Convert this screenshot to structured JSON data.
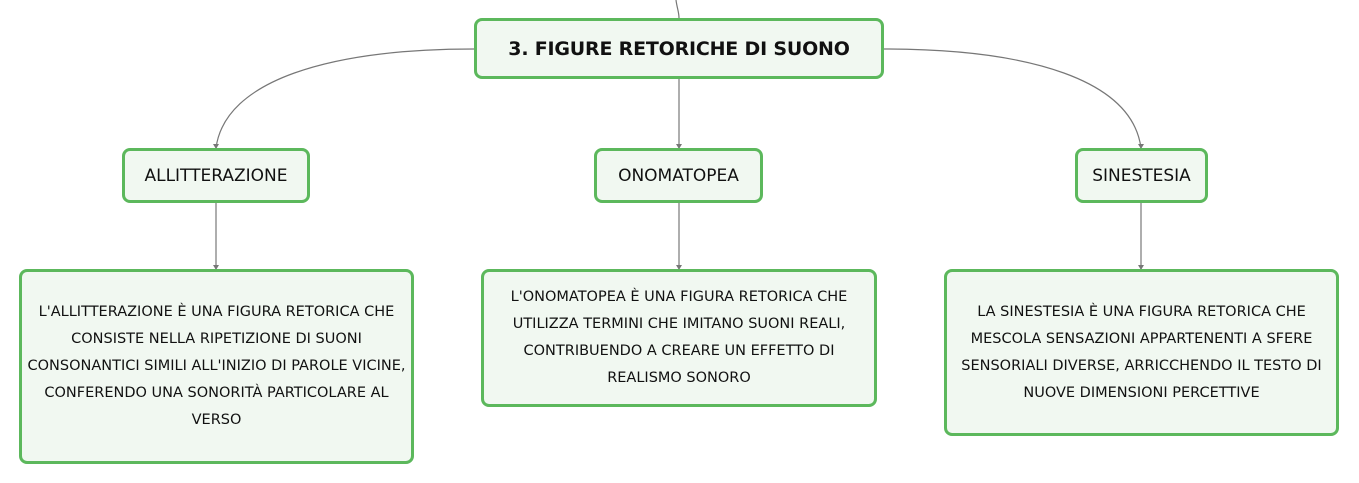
{
  "root": {
    "title": "3. FIGURE RETORICHE DI SUONO"
  },
  "topics": [
    {
      "label": "ALLITTERAZIONE",
      "description": "L'ALLITTERAZIONE È UNA FIGURA RETORICA CHE CONSISTE NELLA RIPETIZIONE DI SUONI CONSONANTICI SIMILI ALL'INIZIO DI PAROLE VICINE, CONFERENDO UNA SONORITÀ PARTICOLARE AL VERSO"
    },
    {
      "label": "ONOMATOPEA",
      "description": "L'ONOMATOPEA È UNA FIGURA RETORICA CHE UTILIZZA TERMINI CHE IMITANO SUONI REALI, CONTRIBUENDO A CREARE UN EFFETTO DI REALISMO SONORO"
    },
    {
      "label": "SINESTESIA",
      "description": "LA SINESTESIA È UNA FIGURA RETORICA CHE MESCOLA SENSAZIONI APPARTENENTI A SFERE SENSORIALI DIVERSE, ARRICCHENDO IL TESTO DI NUOVE DIMENSIONI PERCETTIVE"
    }
  ],
  "colors": {
    "node_border": "#5cb85c",
    "node_fill": "#f1f8f1",
    "connector": "#777777"
  }
}
